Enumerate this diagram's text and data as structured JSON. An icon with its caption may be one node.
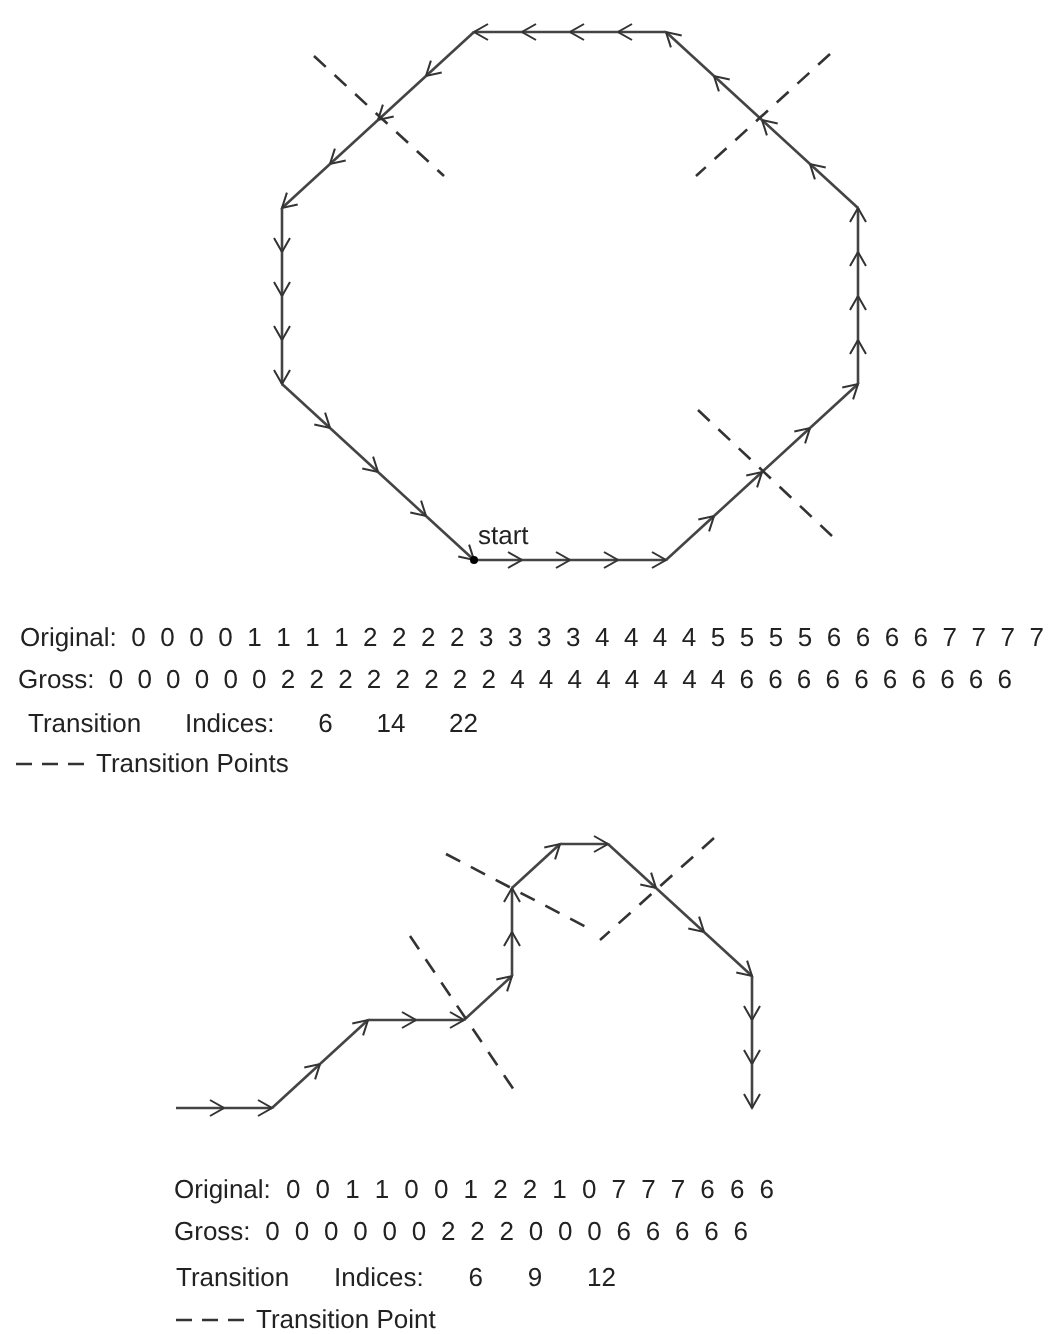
{
  "diagram": {
    "labels": [
      "start",
      "Original: 0 0 0 0 1 1 1 1 2 2 2 2 3 3 3 3 4 4 4 4 5 5 5 5 6 6 6 6 7 7 7 7",
      "Gross: 0 0 0 0 0 0 2 2 2 2 2 2 2 2 4 4 4 4 4 4 4 4 6 6 6 6 6 6 6 6 6 6",
      "Transition Indices: 6 14 22",
      "Original: 0 0 1 1 0 0 1 2 2 1 0 7 7 7 6 6 6",
      "Gross: 0 0 0 0 0 0 2 2 2 0 0 0 6 6 6 6 6",
      "Transition Indices: 6 9 12"
    ],
    "legend": [
      {
        "text": "Transition Points"
      },
      {
        "text": "Transition Point"
      }
    ]
  }
}
